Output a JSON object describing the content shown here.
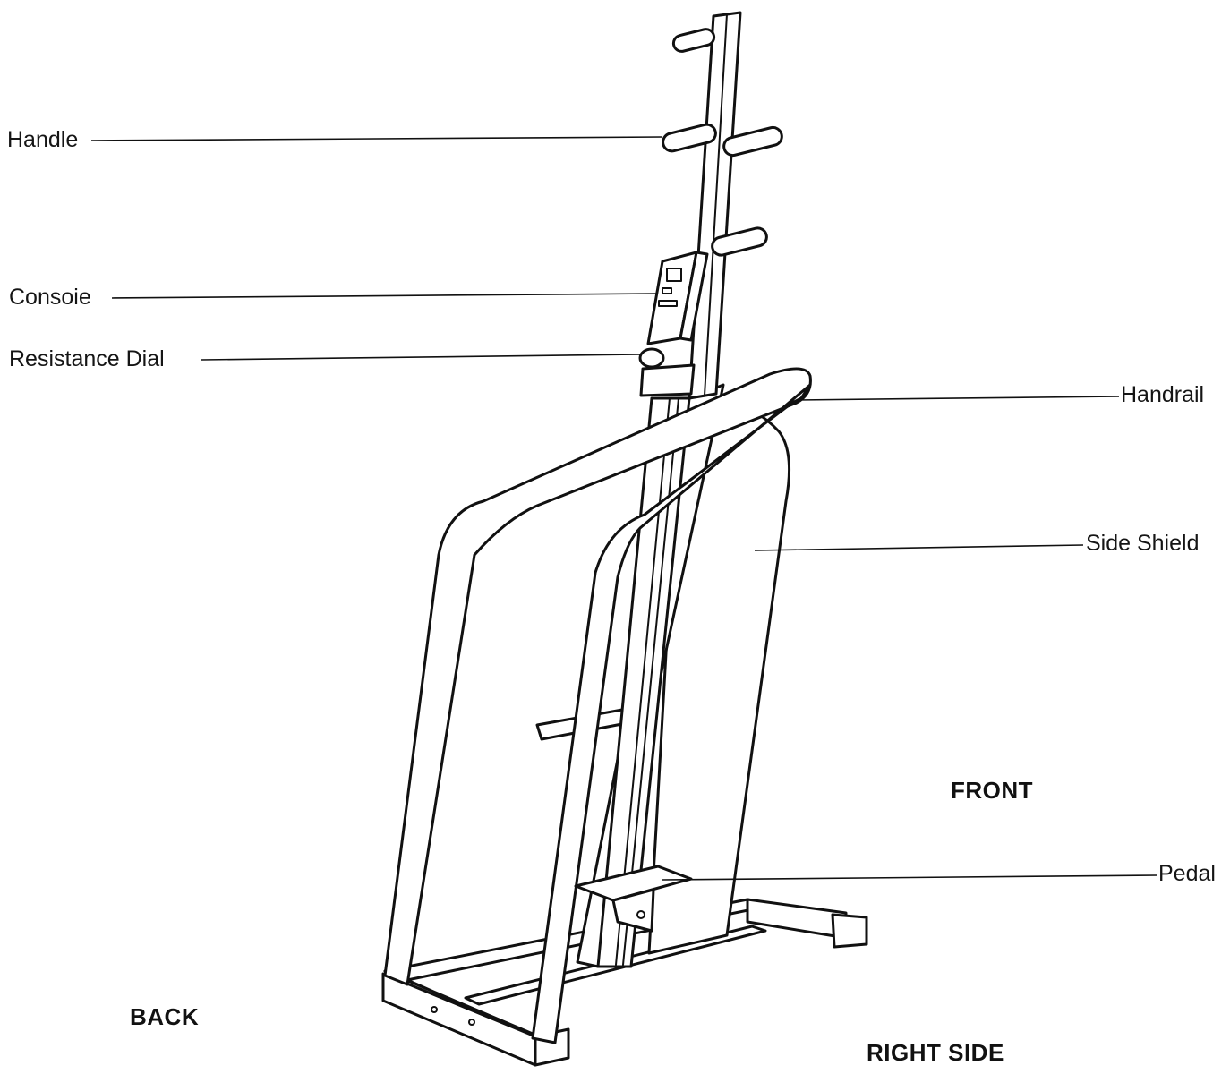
{
  "labels": {
    "handle": "Handle",
    "console": "Consoie",
    "resistance_dial": "Resistance Dial",
    "handrail": "Handrail",
    "side_shield": "Side Shield",
    "pedal": "Pedal"
  },
  "orientation": {
    "front": "FRONT",
    "back": "BACK",
    "right_side": "RIGHT SIDE"
  }
}
